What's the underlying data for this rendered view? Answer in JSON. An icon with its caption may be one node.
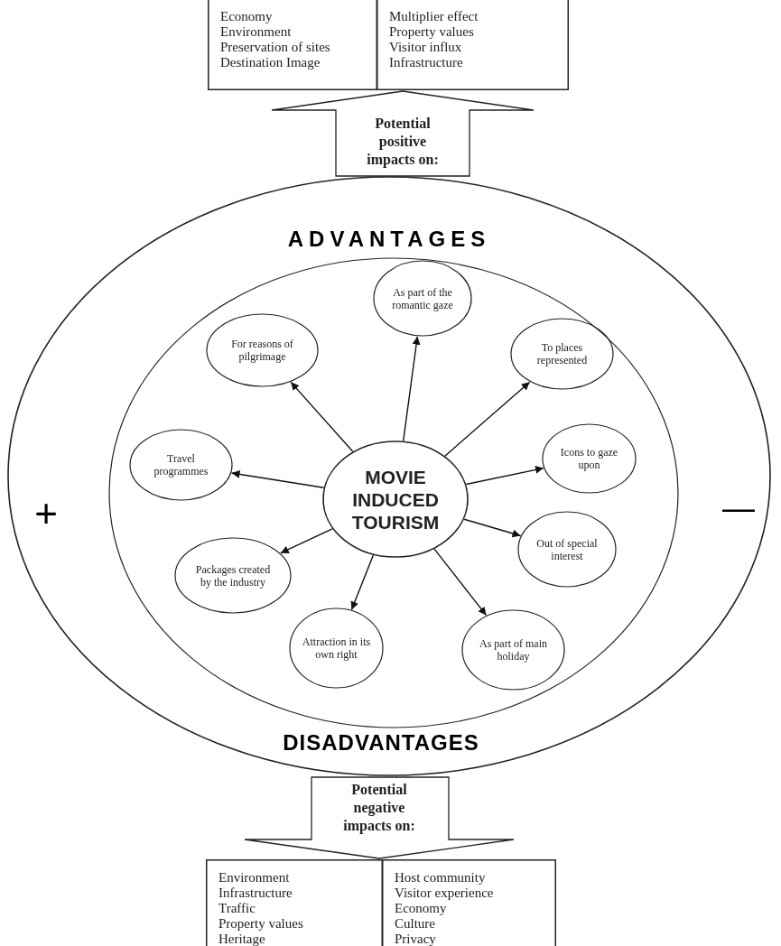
{
  "diagram": {
    "nodes": [
      {
        "text": [
          "Economy",
          "Environment",
          "Preservation of sites",
          "Destination Image"
        ]
      },
      {
        "text": [
          "Multiplier effect",
          "Property values",
          "Visitor influx",
          "Infrastructure"
        ]
      },
      {
        "text": [
          "Potential positive impacts on:"
        ]
      },
      {
        "text": [
          "ADVANTAGES",
          "+",
          "—",
          "DISADVANTAGES"
        ]
      },
      {
        "text": [],
        "shape": "circle",
        "in": 3
      },
      {
        "text": [
          "MOVIE INDUCED TOURISM"
        ],
        "in": 4
      },
      {
        "text": [
          "As part of the romantic gaze"
        ],
        "in": 4
      },
      {
        "text": [
          "For reasons of pilgrimage"
        ],
        "in": 4
      },
      {
        "text": [
          "To places represented"
        ],
        "in": 4
      },
      {
        "text": [
          "Travel programmes"
        ],
        "in": 4
      },
      {
        "text": [
          "Icons to gaze upon"
        ],
        "in": 4
      },
      {
        "text": [
          "Out of special interest"
        ],
        "in": 4
      },
      {
        "text": [
          "Packages created by the industry"
        ],
        "in": 4
      },
      {
        "text": [
          "Attraction in its own right"
        ],
        "in": 4
      },
      {
        "text": [
          "As part of main holiday"
        ],
        "in": 4
      },
      {
        "text": [
          "Potential negative impacts on:"
        ]
      },
      {
        "text": [
          "Environment",
          "Infrastructure",
          "Traffic",
          "Property values",
          "Heritage"
        ]
      },
      {
        "text": [
          "Host community",
          "Visitor experience",
          "Economy",
          "Culture",
          "Privacy"
        ]
      }
    ],
    "edges": [
      {
        "from": 5,
        "to": 6,
        "arrow": "to"
      },
      {
        "from": 5,
        "to": 7,
        "arrow": "to"
      },
      {
        "from": 5,
        "to": 8,
        "arrow": "to"
      },
      {
        "from": 5,
        "to": 9,
        "arrow": "to"
      },
      {
        "from": 5,
        "to": 10,
        "arrow": "to"
      },
      {
        "from": 5,
        "to": 11,
        "arrow": "to"
      },
      {
        "from": 5,
        "to": 12,
        "arrow": "to"
      },
      {
        "from": 5,
        "to": 13,
        "arrow": "to"
      },
      {
        "from": 5,
        "to": 14,
        "arrow": "to"
      }
    ]
  }
}
